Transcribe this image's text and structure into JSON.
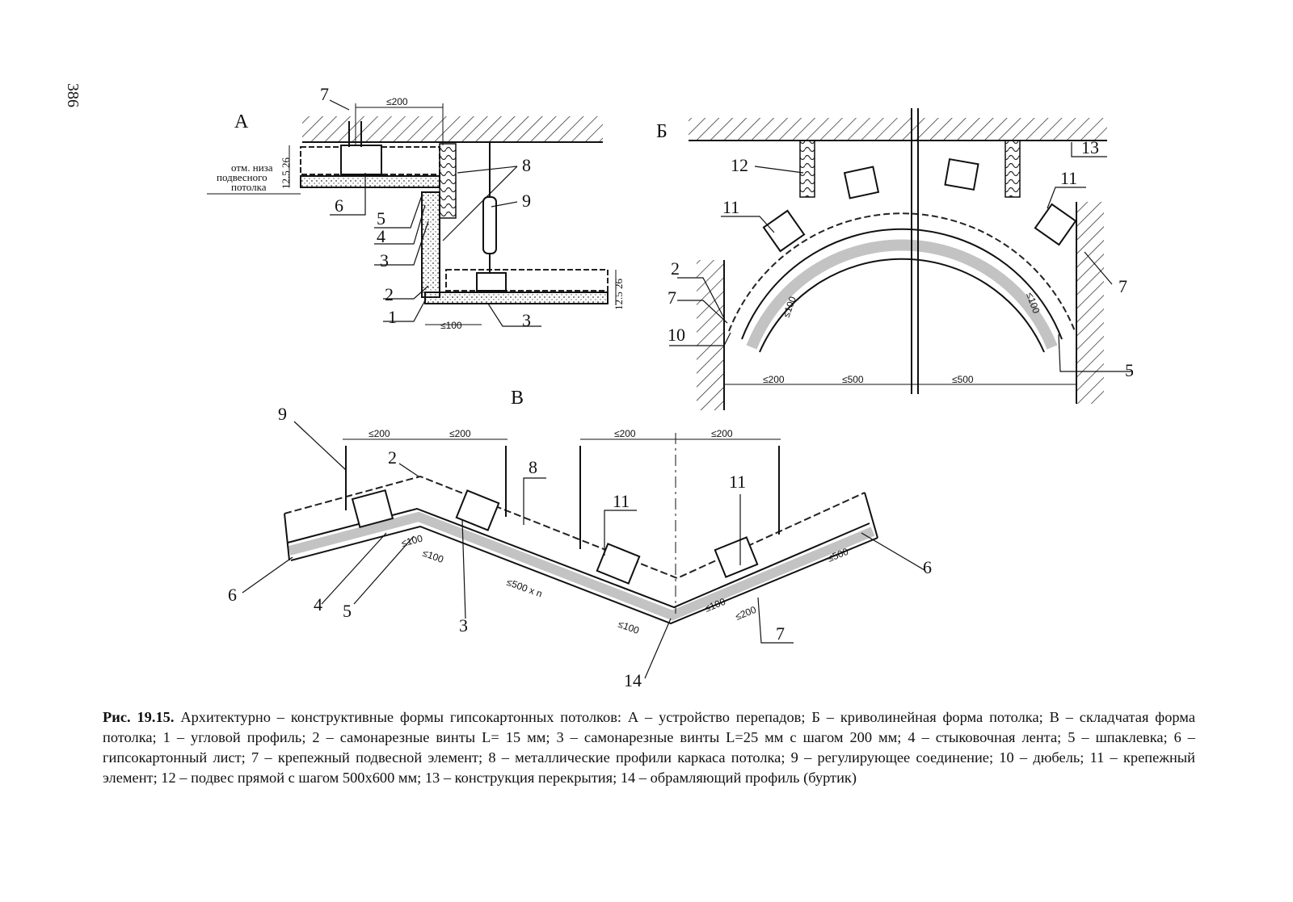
{
  "page_number": "386",
  "sections": {
    "a": "А",
    "b": "Б",
    "v": "В"
  },
  "section_a": {
    "note_line1": "отм. низа",
    "note_line2": "подвесного",
    "note_line3": "потолка",
    "dims": {
      "top": "≤200",
      "bottom": "≤100",
      "t26": "26",
      "t125": "12.5",
      "r26": "26",
      "r125": "12.5"
    },
    "callouts": {
      "c7": "7",
      "c8": "8",
      "c9": "9",
      "c6": "6",
      "c5": "5",
      "c4": "4",
      "c3": "3",
      "c2": "2",
      "c1": "1",
      "c3b": "3"
    }
  },
  "section_b": {
    "dims": {
      "d200": "≤200",
      "d500a": "≤500",
      "d500b": "≤500",
      "r100a": "≤100",
      "r100b": "≤100"
    },
    "callouts": {
      "c12": "12",
      "c13": "13",
      "c11a": "11",
      "c11b": "11",
      "c2": "2",
      "c7a": "7",
      "c7b": "7",
      "c10": "10",
      "c5": "5"
    }
  },
  "section_v": {
    "dims": {
      "d200a": "≤200",
      "d200b": "≤200",
      "d200c": "≤200",
      "d200d": "≤200",
      "d100a": "≤100",
      "d100b": "≤100",
      "d500n": "≤500 x n",
      "d100c": "≤100",
      "d100d": "≤100",
      "d200e": "≤200",
      "d500": "≤500"
    },
    "callouts": {
      "c9": "9",
      "c2": "2",
      "c8": "8",
      "c11a": "11",
      "c11b": "11",
      "c6a": "6",
      "c6b": "6",
      "c4": "4",
      "c5": "5",
      "c3": "3",
      "c7": "7",
      "c14": "14"
    }
  },
  "caption": {
    "figure_label": "Рис. 19.15.",
    "text": "Архитектурно – конструктивные формы гипсокартонных потолков: А – устройство перепадов; Б – криволинейная форма потолка; В – складчатая форма потолка; 1 – угловой профиль; 2 – самонарезные винты L= 15 мм; 3 – самонарезные винты L=25 мм с шагом 200 мм; 4 – стыковочная лента; 5 – шпаклевка; 6 – гипсокартонный лист; 7 – крепежный подвесной элемент; 8 – металлические профили каркаса потолка; 9 – регулирующее соединение; 10 – дюбель; 11 – крепежный элемент; 12 – подвес прямой с шагом 500х600 мм; 13 – конструкция перекрытия; 14 – обрамляющий профиль (буртик)"
  }
}
